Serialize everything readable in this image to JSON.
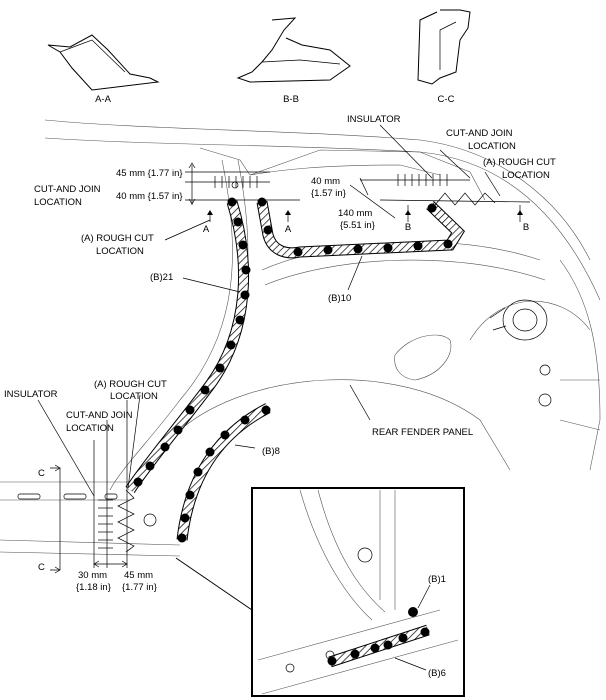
{
  "sections": [
    {
      "label": "A-A"
    },
    {
      "label": "B-B"
    },
    {
      "label": "C-C"
    }
  ],
  "labels": {
    "insulator_top": "INSULATOR",
    "cut_join_top": "CUT-AND JOIN",
    "cut_join_top_2": "LOCATION",
    "rough_cut_top_right": "(A) ROUGH CUT",
    "rough_cut_top_right_2": "LOCATION",
    "dim_45_top": "45 mm {1.77 in}",
    "dim_40_left": "40 mm {1.57 in}",
    "cut_join_left": "CUT-AND JOIN",
    "cut_join_left_2": "LOCATION",
    "rough_cut_left": "(A) ROUGH CUT",
    "rough_cut_left_2": "LOCATION",
    "dim_40_mid": "40 mm",
    "dim_40_mid_2": "{1.57 in}",
    "dim_140": "140 mm",
    "dim_140_2": "{5.51 in}",
    "b21": "(B)21",
    "b10": "(B)10",
    "insulator_left": "INSULATOR",
    "rough_cut_low": "(A) ROUGH CUT",
    "rough_cut_low_2": "LOCATION",
    "cut_join_low": "CUT-AND JOIN",
    "cut_join_low_2": "LOCATION",
    "b8": "(B)8",
    "rear_fender": "REAR FENDER PANEL",
    "dim_30": "30 mm",
    "dim_30_2": "{1.18 in}",
    "dim_45_bottom": "45 mm",
    "dim_45_bottom_2": "{1.77 in}",
    "b1": "(B)1",
    "b6": "(B)6",
    "marker_a": "A",
    "marker_b": "B",
    "marker_c": "C"
  }
}
